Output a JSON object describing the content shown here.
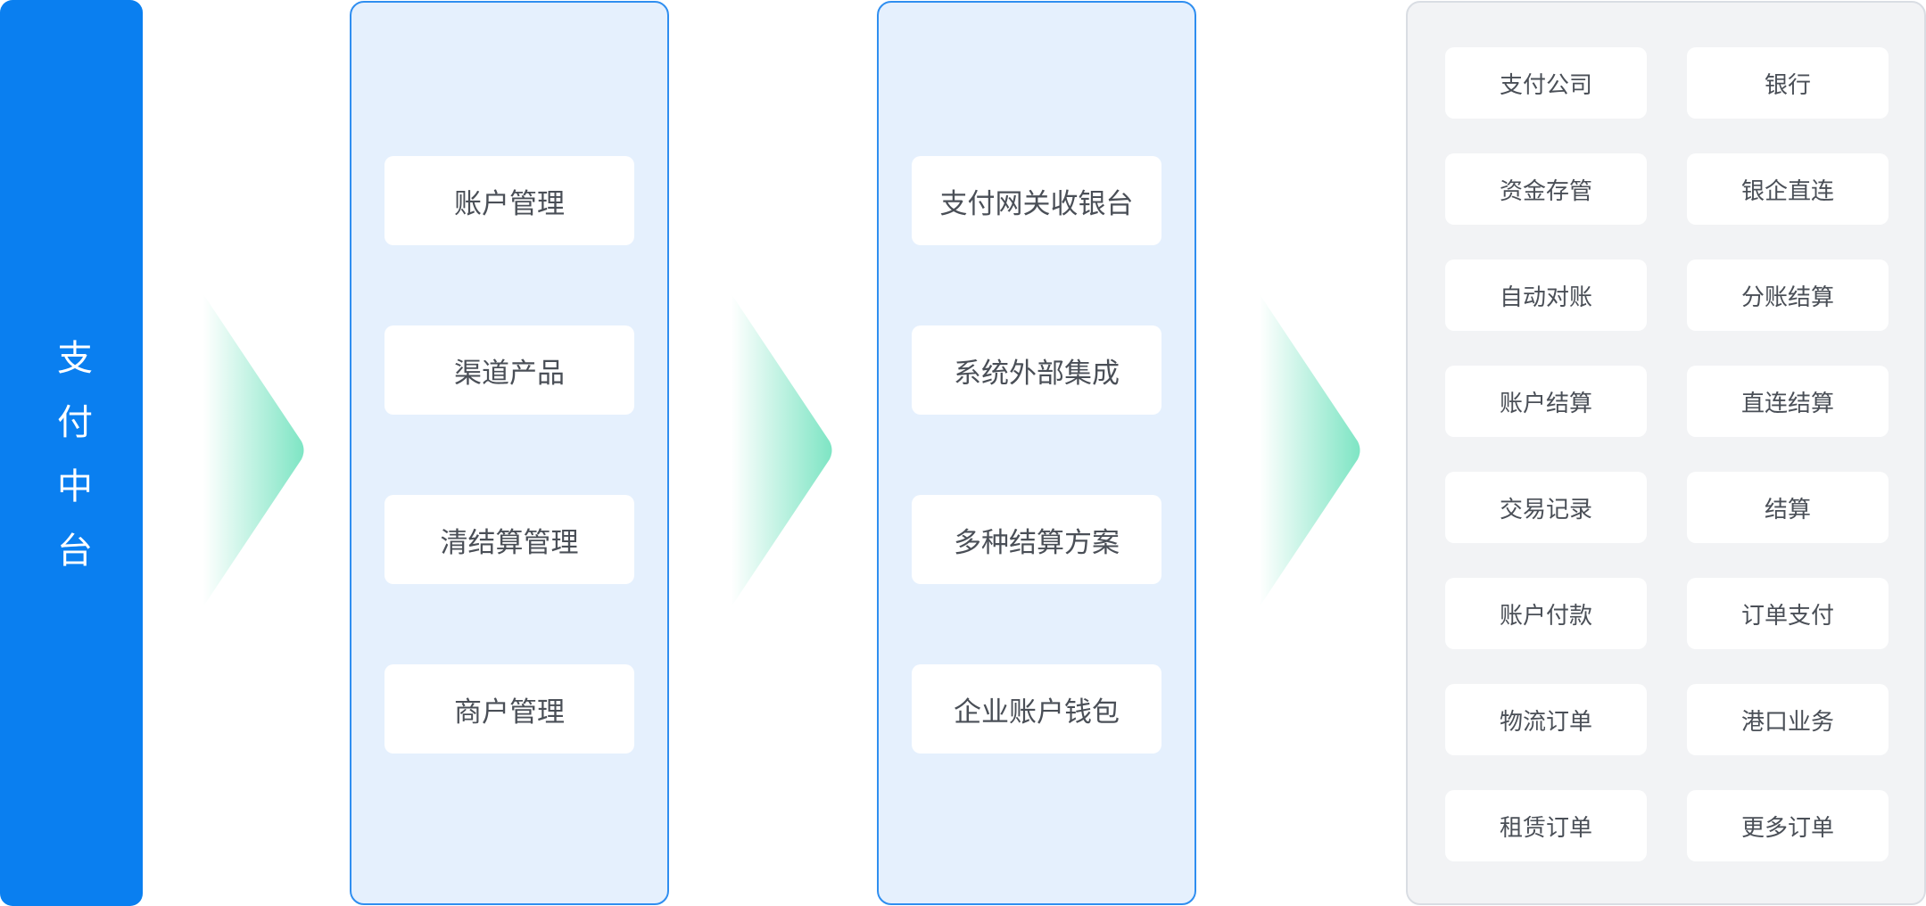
{
  "hub": {
    "title": "支付中台"
  },
  "columns": [
    {
      "items": [
        "账户管理",
        "渠道产品",
        "清结算管理",
        "商户管理"
      ]
    },
    {
      "items": [
        "支付网关收银台",
        "系统外部集成",
        "多种结算方案",
        "企业账户钱包"
      ]
    }
  ],
  "grid": {
    "left": [
      "支付公司",
      "资金存管",
      "自动对账",
      "账户结算",
      "交易记录",
      "账户付款",
      "物流订单",
      "租赁订单"
    ],
    "right": [
      "银行",
      "银企直连",
      "分账结算",
      "直连结算",
      "结算",
      "订单支付",
      "港口业务",
      "更多订单"
    ]
  },
  "colors": {
    "hub": "#0a7ff0",
    "arrow": "#7ee5c4",
    "panel_fill": "#e5f0fd",
    "panel_border": "#2f8ef0",
    "grid_fill": "#f2f3f5",
    "card_text": "#4a4f57"
  }
}
